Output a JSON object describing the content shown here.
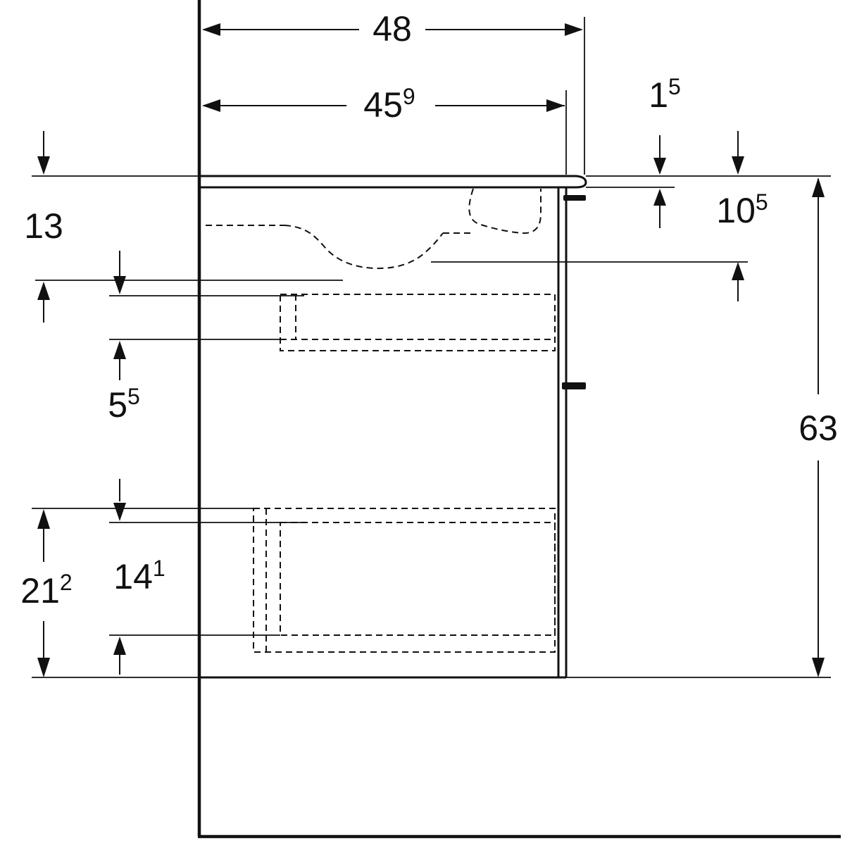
{
  "drawing": {
    "type": "technical-dimension-drawing",
    "subject": "wall-hung washbasin cabinet side view with two drawers",
    "units": "cm (superscript = mm)"
  },
  "colors": {
    "line": "#111111",
    "background": "#ffffff"
  },
  "dims": {
    "d48": {
      "main": "48",
      "sup": "",
      "meaning": "total depth including washbasin"
    },
    "d459": {
      "main": "45",
      "sup": "9",
      "meaning": "cabinet depth"
    },
    "d15": {
      "main": "1",
      "sup": "5",
      "meaning": "washbasin rim thickness"
    },
    "d105": {
      "main": "10",
      "sup": "5",
      "meaning": "basin bowl depth"
    },
    "d13": {
      "main": "13",
      "sup": "",
      "meaning": "height from basin top to upper drawer zone"
    },
    "d55": {
      "main": "5",
      "sup": "5",
      "meaning": "upper drawer inner front height"
    },
    "d63": {
      "main": "63",
      "sup": "",
      "meaning": "total height"
    },
    "d212": {
      "main": "21",
      "sup": "2",
      "meaning": "lower zone height"
    },
    "d141": {
      "main": "14",
      "sup": "1",
      "meaning": "lower drawer inner front height"
    }
  }
}
